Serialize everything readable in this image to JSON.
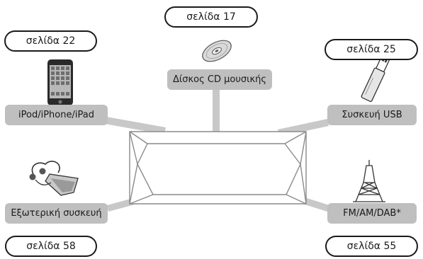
{
  "page_refs": {
    "cd": "σελίδα 17",
    "ipod": "σελίδα 22",
    "usb": "σελίδα 25",
    "external": "σελίδα 58",
    "tuner": "σελίδα 55"
  },
  "sources": {
    "cd": "Δίσκος CD μουσικής",
    "ipod": "iPod/iPhone/iPad",
    "usb": "Συσκευή USB",
    "external": "Εξωτερική συσκευή",
    "tuner": "FM/AM/DAB*"
  },
  "icons": [
    "cd-disc-icon",
    "iphone-icon",
    "usb-stick-icon",
    "portable-player-icon",
    "radio-tower-icon"
  ],
  "colors": {
    "label_bg": "#bfbfbf",
    "connector": "#c8c8c8",
    "outline": "#1a1a1a"
  }
}
